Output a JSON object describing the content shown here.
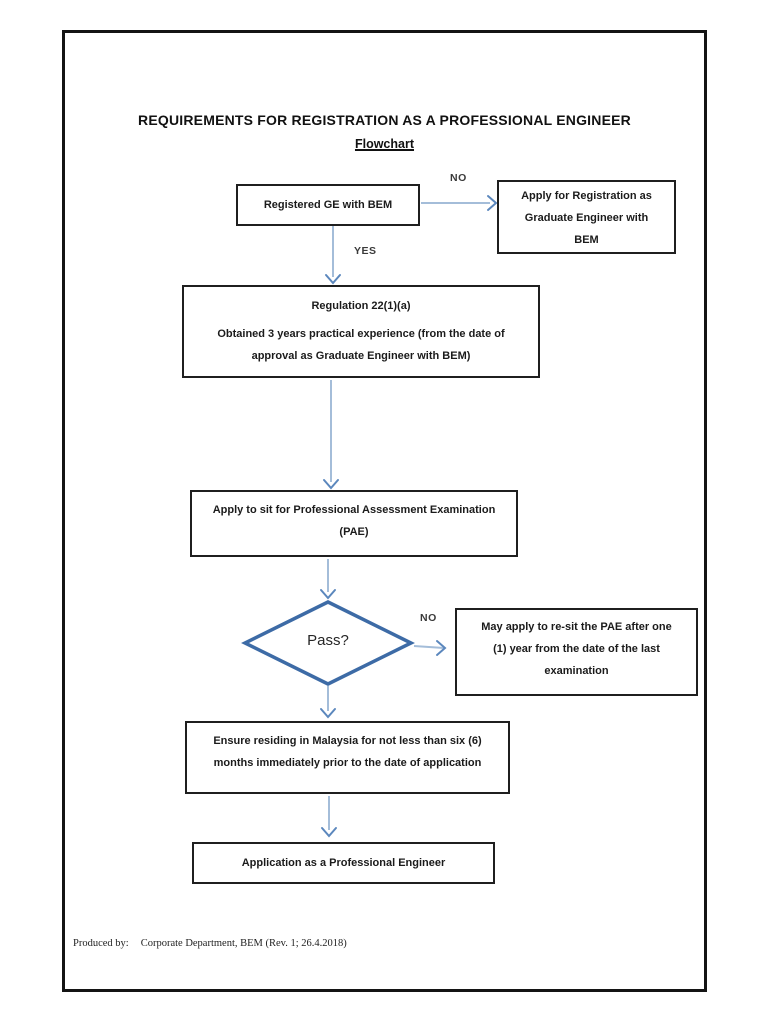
{
  "page": {
    "title": "REQUIREMENTS FOR REGISTRATION AS A PROFESSIONAL ENGINEER",
    "subtitle": "Flowchart",
    "footer": {
      "label": "Produced by:",
      "value": "Corporate Department, BEM (Rev. 1; 26.4.2018)"
    }
  },
  "flowchart": {
    "nodes": {
      "start": {
        "lines": [
          "Registered GE with BEM"
        ]
      },
      "apply_ge": {
        "lines": [
          "Apply for Registration as",
          "Graduate Engineer with",
          "BEM"
        ]
      },
      "regulation": {
        "heading": "Regulation 22(1)(a)",
        "lines": [
          "Obtained 3 years practical experience (from the date of",
          "approval as Graduate Engineer with BEM)"
        ]
      },
      "apply_pae": {
        "lines": [
          "Apply to sit for Professional Assessment Examination",
          "(PAE)"
        ]
      },
      "pass_decision": {
        "text": "Pass?"
      },
      "resit": {
        "lines": [
          "May apply to re-sit the PAE after one",
          "(1) year from the date of the last",
          "examination"
        ]
      },
      "residency": {
        "lines": [
          "Ensure residing in Malaysia for not less than six (6)",
          "months immediately prior to the date of application"
        ]
      },
      "application_pe": {
        "lines": [
          "Application as a Professional Engineer"
        ]
      }
    },
    "labels": {
      "no_top": "NO",
      "yes": "YES",
      "no_pass": "NO"
    },
    "colors": {
      "arrow_line": "#a4bdd9",
      "arrow_head": "#5b87bd",
      "diamond_border": "#3d6ba6"
    }
  }
}
